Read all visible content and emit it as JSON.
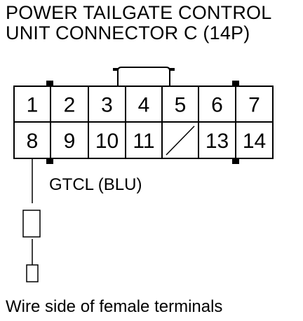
{
  "title": {
    "line1": "POWER TAILGATE CONTROL",
    "line2": "UNIT CONNECTOR C (14P)"
  },
  "connector": {
    "row1": [
      "1",
      "2",
      "3",
      "4",
      "5",
      "6",
      "7"
    ],
    "row2": [
      "8",
      "9",
      "10",
      "11",
      "",
      "13",
      "14"
    ],
    "blank_cavity_index": 4
  },
  "wire": {
    "terminal": "8",
    "label": "GTCL (BLU)",
    "color_hex": "#000000"
  },
  "caption": "Wire side of female terminals"
}
